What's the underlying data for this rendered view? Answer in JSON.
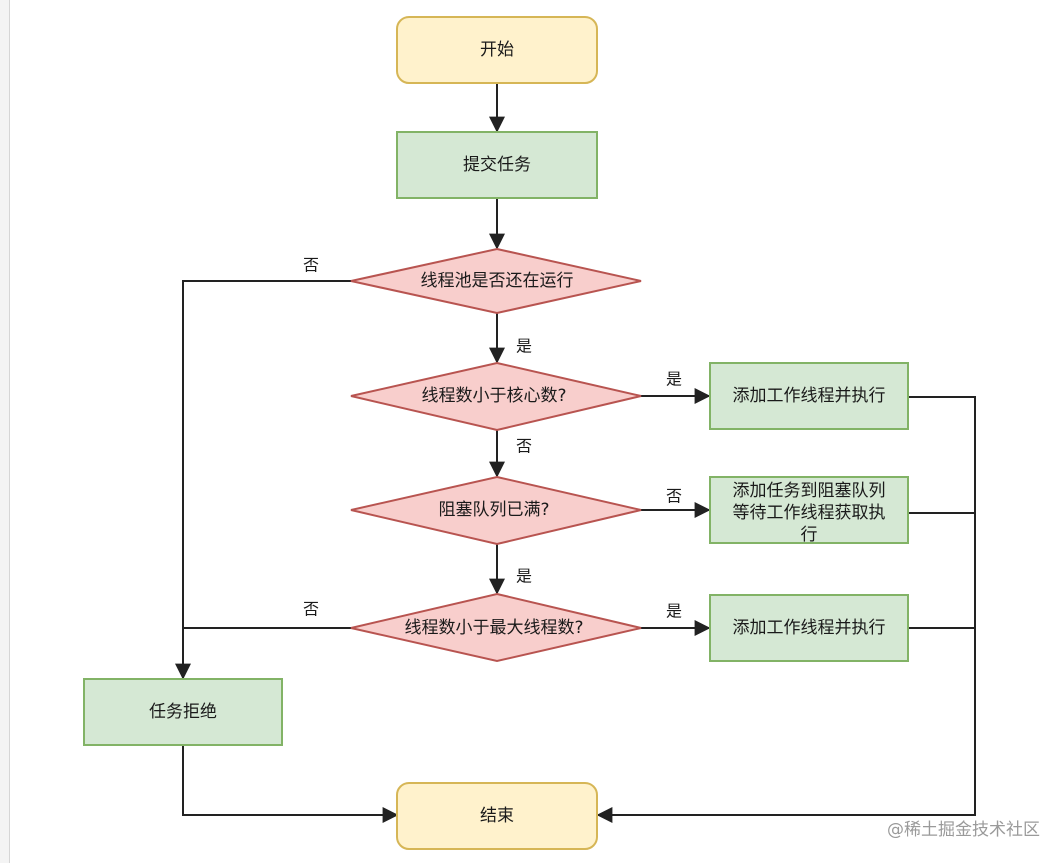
{
  "nodes": {
    "start": "开始",
    "submit_task": "提交任务",
    "pool_running": "线程池是否还在运行",
    "lt_core": "线程数小于核心数?",
    "add_worker_1": "添加工作线程并执行",
    "queue_full": "阻塞队列已满?",
    "enqueue_line1": "添加任务到阻塞队列",
    "enqueue_line2": "等待工作线程获取执",
    "enqueue_line3": "行",
    "lt_max": "线程数小于最大线程数?",
    "add_worker_2": "添加工作线程并执行",
    "reject": "任务拒绝",
    "end": "结束"
  },
  "edge_labels": {
    "running_no": "否",
    "running_yes": "是",
    "core_yes": "是",
    "core_no": "否",
    "queue_no": "否",
    "queue_yes": "是",
    "max_no": "否",
    "max_yes": "是"
  },
  "watermark": "@稀土掘金技术社区",
  "colors": {
    "terminal_fill": "#fff2cc",
    "terminal_stroke": "#d6b656",
    "process_fill": "#d5e8d4",
    "process_stroke": "#82b366",
    "decision_fill": "#f8cecc",
    "decision_stroke": "#b85450",
    "line": "#222222"
  }
}
